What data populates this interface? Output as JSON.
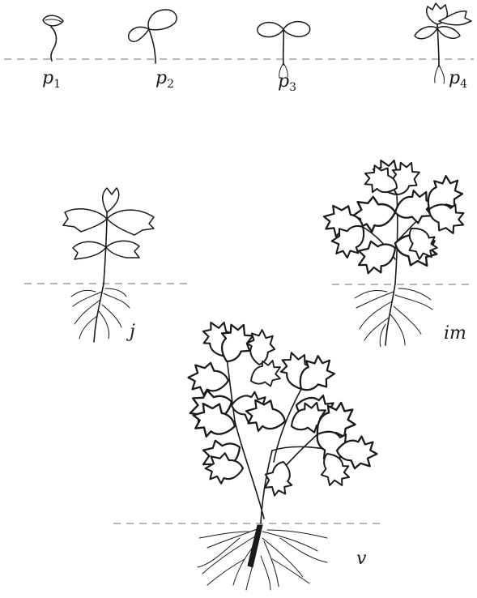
{
  "stages": [
    {
      "letter": "p",
      "sub": "1"
    },
    {
      "letter": "p",
      "sub": "2"
    },
    {
      "letter": "p",
      "sub": "3"
    },
    {
      "letter": "p",
      "sub": "4"
    },
    {
      "letter": "j",
      "sub": ""
    },
    {
      "letter": "im",
      "sub": ""
    },
    {
      "letter": "v",
      "sub": ""
    }
  ]
}
